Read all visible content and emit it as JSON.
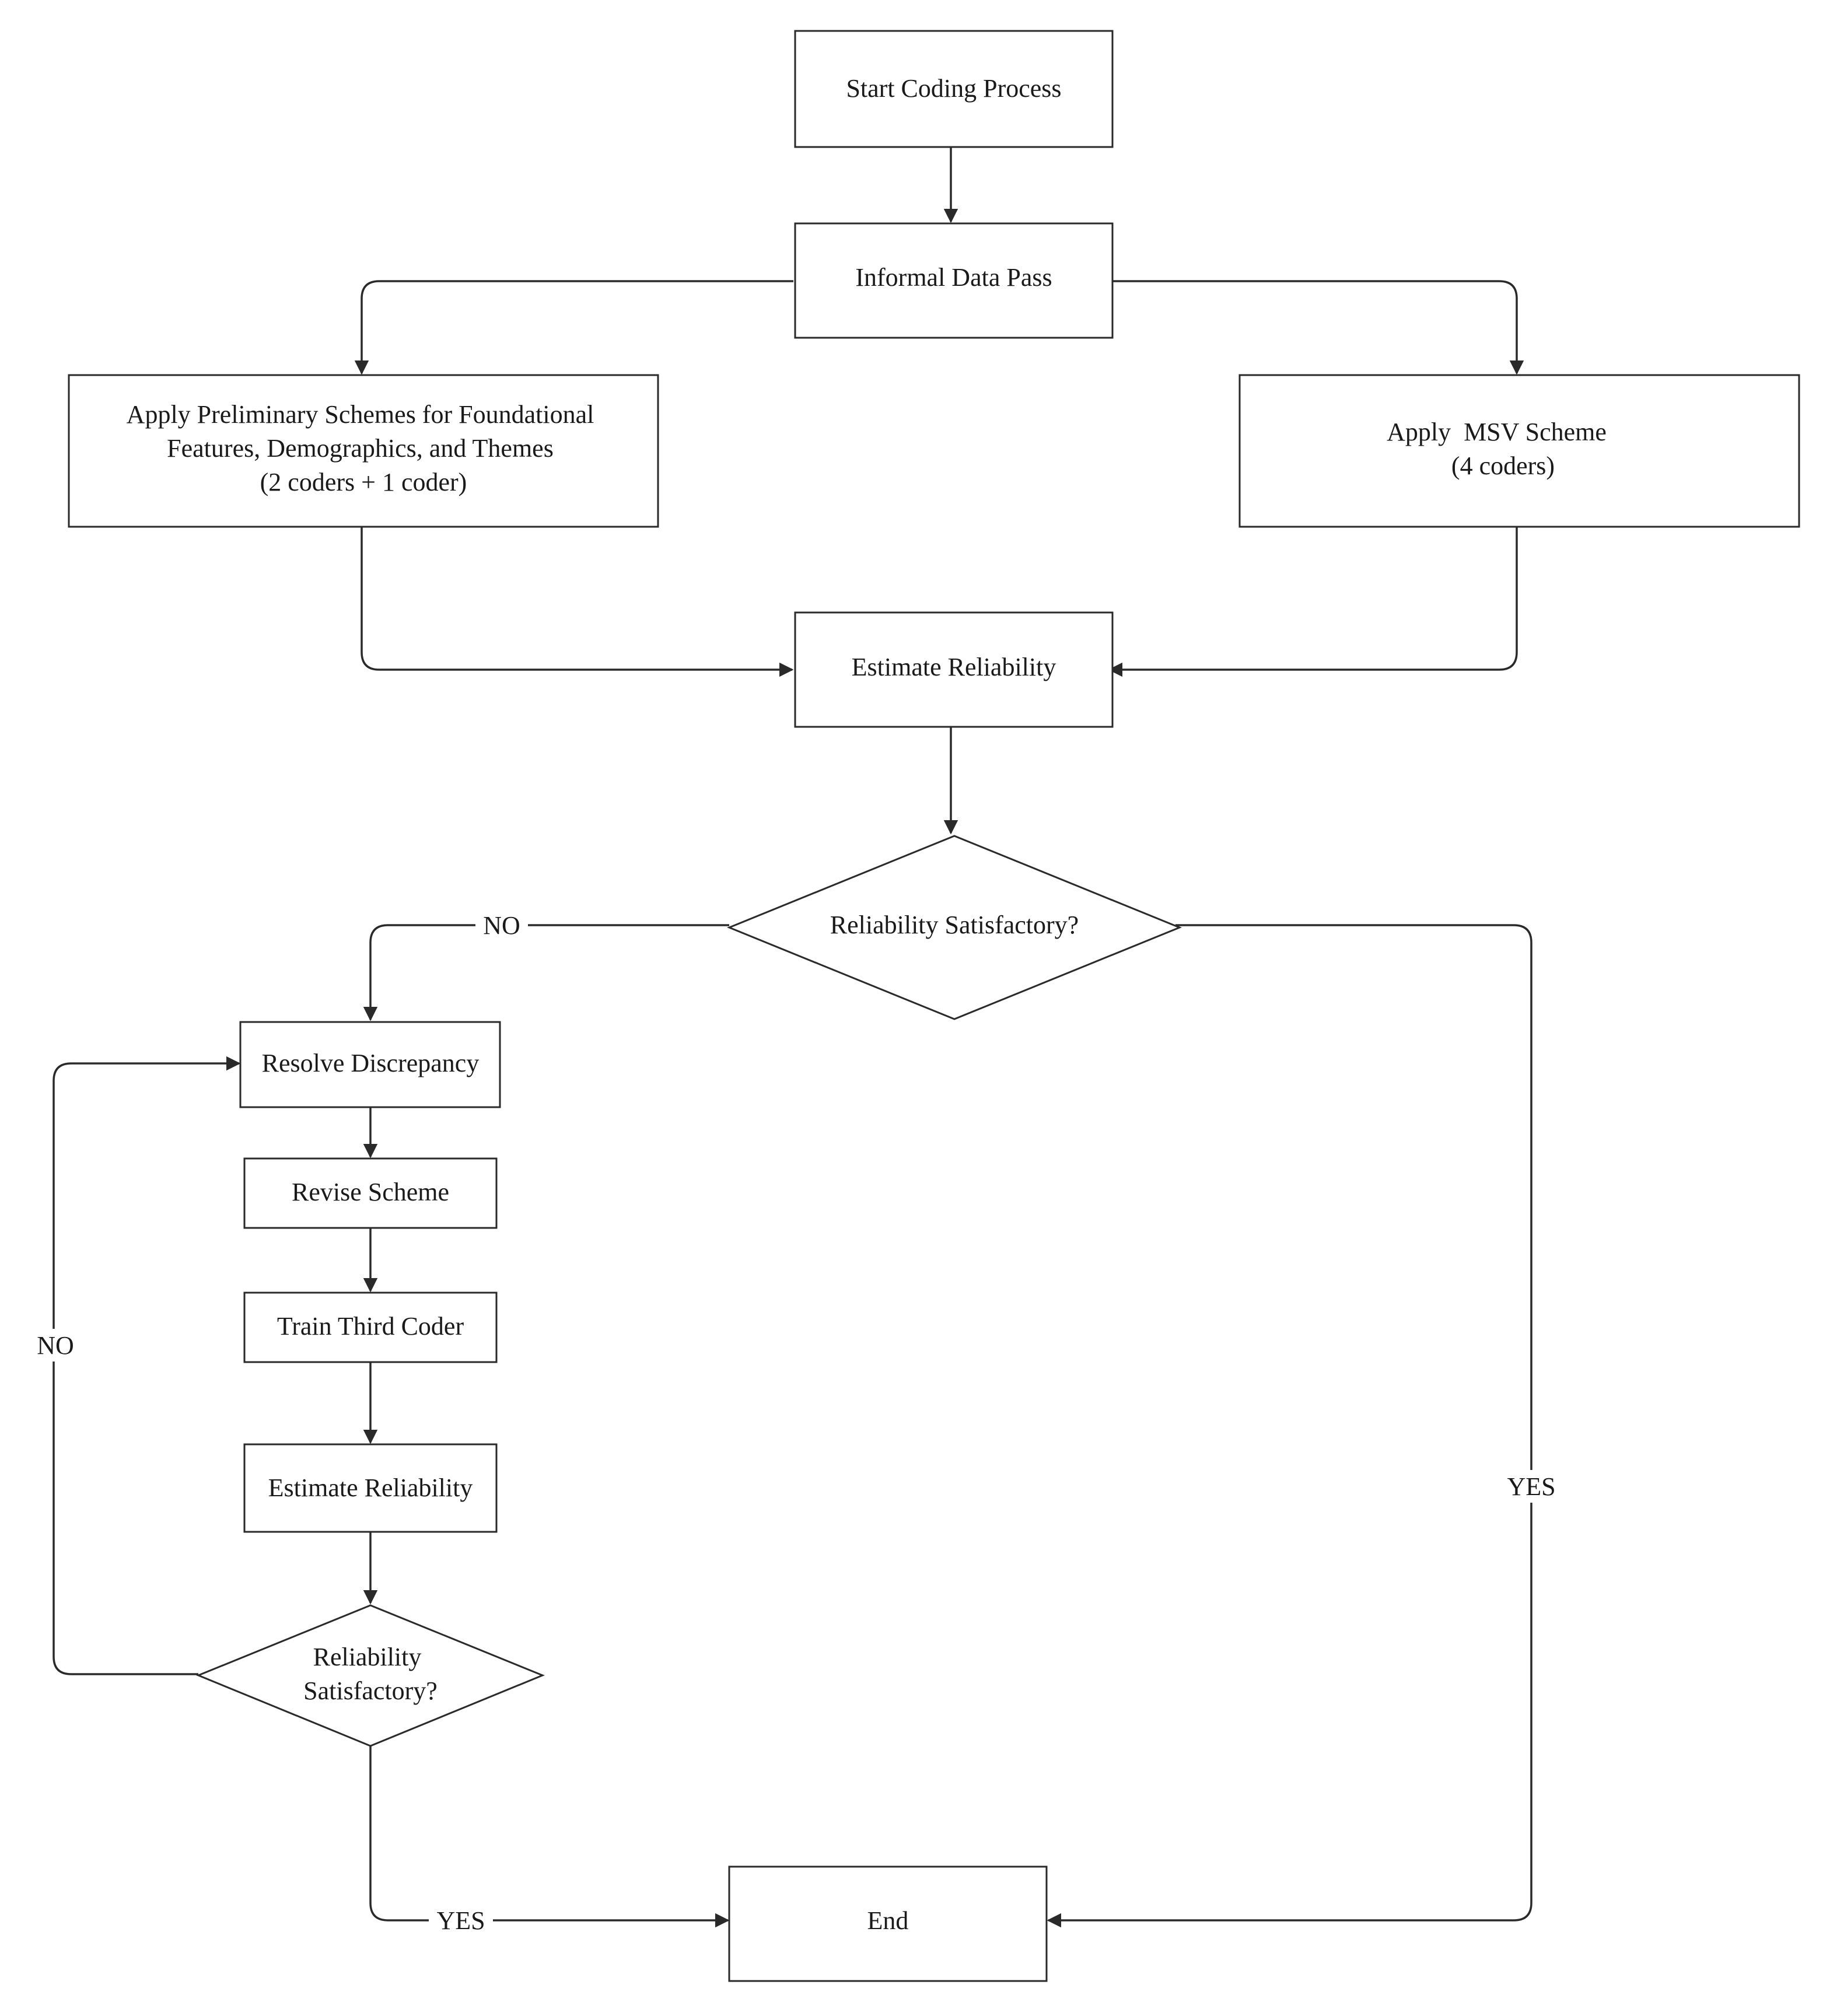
{
  "nodes": {
    "start": {
      "lines": [
        "Start Coding Process"
      ]
    },
    "informal": {
      "lines": [
        "Informal Data Pass"
      ]
    },
    "prelim": {
      "lines": [
        "Apply Preliminary Schemes for Foundational",
        "Features, Demographics, and Themes",
        "(2 coders + 1 coder)"
      ]
    },
    "msv": {
      "lines": [
        "Apply  MSV Scheme",
        "(4 coders)"
      ]
    },
    "estimate1": {
      "lines": [
        "Estimate Reliability"
      ]
    },
    "decision1": {
      "lines": [
        "Reliability Satisfactory?"
      ]
    },
    "resolve": {
      "lines": [
        "Resolve Discrepancy"
      ]
    },
    "revise": {
      "lines": [
        "Revise Scheme"
      ]
    },
    "train": {
      "lines": [
        "Train Third Coder"
      ]
    },
    "estimate2": {
      "lines": [
        "Estimate Reliability"
      ]
    },
    "decision2": {
      "lines": [
        "Reliability",
        "Satisfactory?"
      ]
    },
    "end": {
      "lines": [
        "End"
      ]
    }
  },
  "edge_labels": {
    "d1_no": "NO",
    "d1_yes": "YES",
    "d2_no": "NO",
    "d2_yes": "YES"
  },
  "colors": {
    "stroke": "#2a2a2a",
    "text": "#1a1a1a",
    "background": "#ffffff"
  }
}
